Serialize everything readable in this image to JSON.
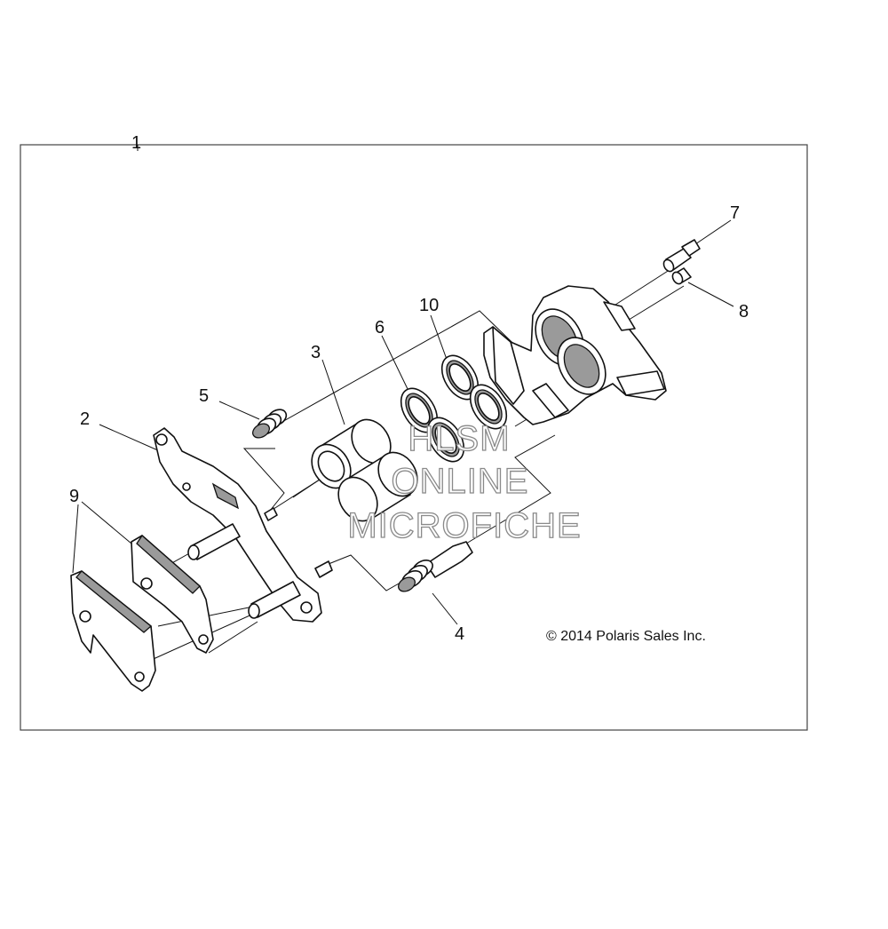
{
  "callouts": {
    "c1": "1",
    "c2": "2",
    "c3": "3",
    "c4": "4",
    "c5": "5",
    "c6": "6",
    "c7": "7",
    "c8": "8",
    "c9": "9",
    "c10": "10"
  },
  "copyright": "© 2014 Polaris Sales Inc.",
  "watermark": {
    "line1": "HLSM",
    "line2": "ONLINE",
    "line3": "MICROFICHE"
  },
  "colors": {
    "line": "#111111",
    "shade": "#9a9a9a",
    "watermark_stroke": "#8a8a8a",
    "background": "#ffffff"
  }
}
